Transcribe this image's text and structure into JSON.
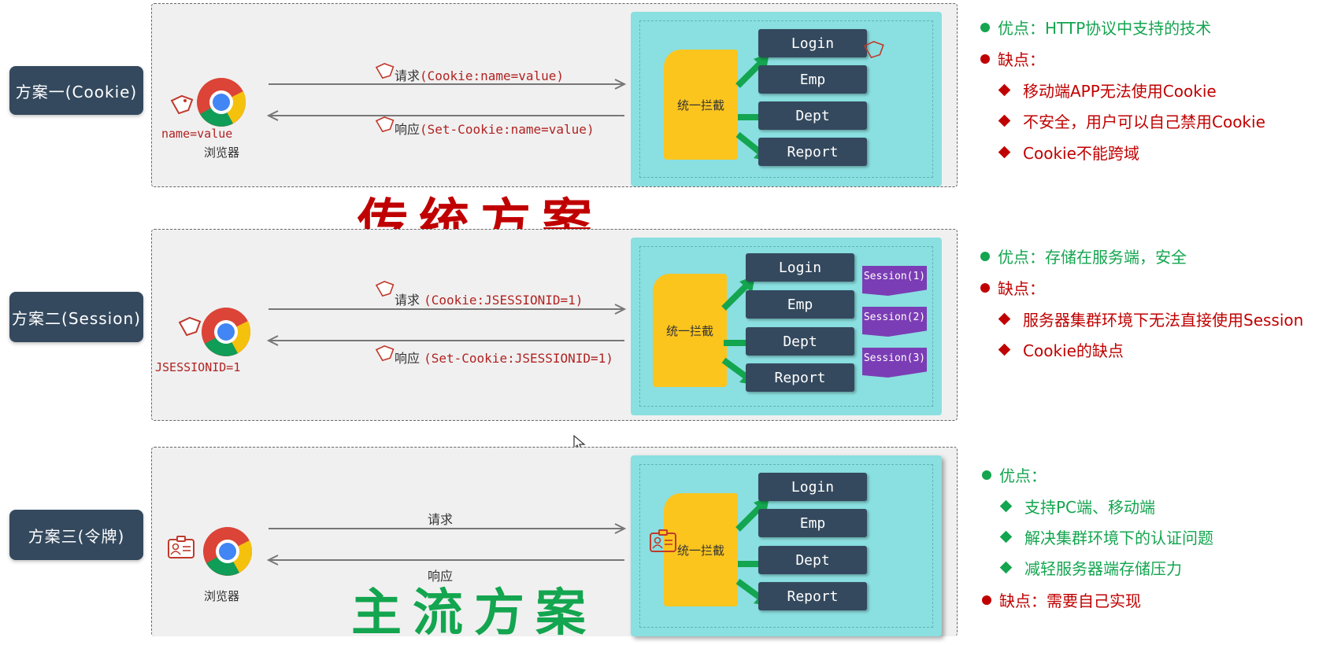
{
  "scheme1": {
    "label": "方案一(Cookie)",
    "cookie_value": "name=value",
    "browser_label": "浏览器",
    "request_prefix": "请求",
    "request_code": "(Cookie:name=value)",
    "response_prefix": "响应",
    "response_code": "(Set-Cookie:name=value)",
    "interceptor": "统一拦截",
    "endpoints": [
      "Login",
      "Emp",
      "Dept",
      "Report"
    ],
    "pros_label": "优点：HTTP协议中支持的技术",
    "cons_label": "缺点：",
    "cons": [
      "移动端APP无法使用Cookie",
      "不安全，用户可以自己禁用Cookie",
      "Cookie不能跨域"
    ]
  },
  "traditional_title": "传统方案",
  "scheme2": {
    "label": "方案二(Session)",
    "cookie_value": "JSESSIONID=1",
    "request_prefix": "请求",
    "request_code": "(Cookie:JSESSIONID=1)",
    "response_prefix": "响应",
    "response_code": "(Set-Cookie:JSESSIONID=1)",
    "interceptor": "统一拦截",
    "endpoints": [
      "Login",
      "Emp",
      "Dept",
      "Report"
    ],
    "sessions": [
      "Session(1)",
      "Session(2)",
      "Session(3)"
    ],
    "pros_label": "优点：存储在服务端，安全",
    "cons_label": "缺点：",
    "cons": [
      "服务器集群环境下无法直接使用Session",
      "Cookie的缺点"
    ]
  },
  "scheme3": {
    "label": "方案三(令牌)",
    "browser_label": "浏览器",
    "request_label": "请求",
    "response_label": "响应",
    "interceptor": "统一拦截",
    "endpoints": [
      "Login",
      "Emp",
      "Dept",
      "Report"
    ],
    "pros_label": "优点：",
    "pros": [
      "支持PC端、移动端",
      "解决集群环境下的认证问题",
      "减轻服务器端存储压力"
    ],
    "cons_label": "缺点：需要自己实现"
  },
  "mainstream_title": "主流方案",
  "colors": {
    "label_bg": "#34495e",
    "server_bg": "#8adfe0",
    "interceptor": "#fbc51e",
    "green_arrow": "#13a54f",
    "session_flag": "#7b3db5",
    "pros_green": "#13a54f",
    "cons_red": "#c00000",
    "title_red": "#c00000",
    "title_green": "#13a54f"
  },
  "icons": [
    "chrome-icon",
    "tag-icon",
    "id-card-icon",
    "mouse-cursor-icon"
  ]
}
